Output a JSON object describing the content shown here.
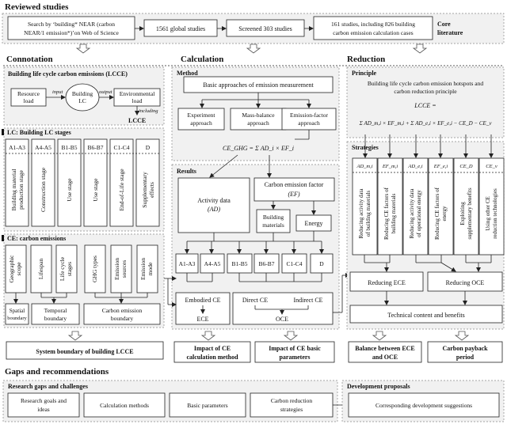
{
  "sections": {
    "reviewed": "Reviewed studies",
    "connotation": "Connotation",
    "calculation": "Calculation",
    "reduction": "Reduction",
    "gaps": "Gaps and recommendations"
  },
  "reviewed": {
    "search_line1": "Search by ‘building* NEAR (carbon",
    "search_line2": "NEAR/1 emission*)’on Web of Science",
    "global": "1561 global studies",
    "screened": "Screened 303 studies",
    "final_line1": "161 studies, including 826 building",
    "final_line2": "carbon emission calculation cases",
    "core_line1": "Core",
    "core_line2": "literature"
  },
  "lcce": {
    "title": "Building life cycle carbon emissions (LCCE)",
    "resource_line1": "Resource",
    "resource_line2": "load",
    "input": "input",
    "output": "output",
    "building_line1": "Building",
    "building_line2": "LC",
    "env_line1": "Environmental",
    "env_line2": "load",
    "including": "including",
    "label": "LCCE"
  },
  "lc": {
    "title": "LC: Building LC stages",
    "stages": [
      "A1-A3",
      "A4-A5",
      "B1-B5",
      "B6-B7",
      "C1-C4",
      "D"
    ],
    "names": [
      [
        "Building material",
        "production stage"
      ],
      [
        "Construction stage"
      ],
      [
        "Use stage"
      ],
      [
        "Use stage"
      ],
      [
        "End-of-Life stage"
      ],
      [
        "Supplementary",
        "effects"
      ]
    ]
  },
  "ce": {
    "title": "CE: carbon emissions",
    "items": [
      [
        "Geographic",
        "scope"
      ],
      [
        "Lifespan"
      ],
      [
        "Life cycle",
        "stages"
      ],
      [
        "GHG types"
      ],
      [
        "Emission",
        "sources"
      ],
      [
        "Emission",
        "mode"
      ]
    ],
    "spatial_line1": "Spatial",
    "spatial_line2": "boundary",
    "temporal_line1": "Temporal",
    "temporal_line2": "boundary",
    "carbon_line1": "Carbon emission",
    "carbon_line2": "boundary"
  },
  "method": {
    "title": "Method",
    "basic": "Basic approaches of emission measurement",
    "approaches": [
      [
        "Experiment",
        "approach"
      ],
      [
        "Mass-balance",
        "approach"
      ],
      [
        "Emission-factor",
        "approach"
      ]
    ],
    "formula": "CE_GHG = Σ AD_i × EF_i"
  },
  "results": {
    "title": "Results",
    "activity_line1": "Activity data",
    "activity_line2": "(AD)",
    "factor_line1": "Carbon emission factor",
    "factor_line2": "(EF)",
    "materials_line1": "Building",
    "materials_line2": "materials",
    "energy": "Energy",
    "stages": [
      "A1-A3",
      "A4-A5",
      "B1-B5",
      "B6-B7",
      "C1-C4",
      "D"
    ],
    "embodied": "Embodied CE",
    "direct": "Direct CE",
    "indirect": "Indirect CE",
    "ece": "ECE",
    "oce": "OCE"
  },
  "principle": {
    "title": "Principle",
    "line1": "Building life cycle carbon emission hotspots and",
    "line2": "carbon reduction principle",
    "formula_top": "LCCE =",
    "formula_bottom": "Σ AD_m,i × EF_m,i + Σ AD_e,i × EF_e,i − CE_D − CE_v"
  },
  "strategies": {
    "title": "Strategies",
    "symbols": [
      "AD_m,i",
      "EF_m,i",
      "AD_e,i",
      "EF_e,i",
      "CE_D",
      "CE_v"
    ],
    "texts": [
      [
        "Reducing activity data",
        "of building materials"
      ],
      [
        "Reducing CE factors of",
        "building materials"
      ],
      [
        "Reducing activity data",
        "of operational energy"
      ],
      [
        "Reducing CE factors of",
        "energy"
      ],
      [
        "Exploiting",
        "supplementary benefits"
      ],
      [
        "Using other CE",
        "reduction technologies"
      ]
    ],
    "reduce_ece": "Reducing ECE",
    "reduce_oce": "Reducing OCE",
    "technical": "Technical content and benefits"
  },
  "outcomes": {
    "system_boundary": "System boundary of building LCCE",
    "impact_method_line1": "Impact of CE",
    "impact_method_line2": "calculation method",
    "impact_param_line1": "Impact of CE basic",
    "impact_param_line2": "parameters",
    "balance_line1": "Balance between ECE",
    "balance_line2": "and OCE",
    "payback_line1": "Carbon payback",
    "payback_line2": "period"
  },
  "gaps": {
    "research_title": "Research gaps and challenges",
    "items": [
      [
        "Research goals and",
        "ideas"
      ],
      [
        "Calculation methods"
      ],
      [
        "Basic parameters"
      ],
      [
        "Carbon reduction",
        "strategies"
      ]
    ],
    "dev_title": "Development proposals",
    "dev_item": "Corresponding development suggestions"
  }
}
